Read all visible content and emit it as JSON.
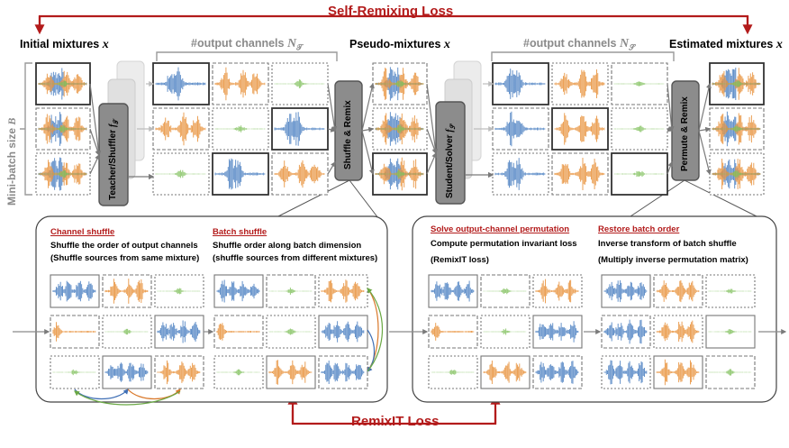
{
  "top_loss": "Self-Remixing Loss",
  "bottom_loss": "RemixIT Loss",
  "headers": {
    "initial": "Initial mixtures",
    "output_channels_teacher": "#output channels",
    "pseudo": "Pseudo-mixtures",
    "output_channels_student": "#output channels",
    "estimated": "Estimated mixtures"
  },
  "symbols": {
    "x": "x",
    "n_t": "N",
    "n_t_sub": "𝒯",
    "n_s": "N",
    "n_s_sub": "𝒮",
    "b": "B",
    "f_t_sub": "𝒯",
    "f_s_sub": "𝒮"
  },
  "side_label": "Mini-batch size",
  "boxes": {
    "teacher": "Teacher/Shuffler",
    "shuffle": "Shuffle & Remix",
    "student": "Student/Solver",
    "permute": "Permute & Remix"
  },
  "panels": {
    "channel_shuffle": {
      "title": "Channel shuffle",
      "line1": "Shuffle the order of output channels",
      "line2": "(Shuffle sources from same mixture)"
    },
    "batch_shuffle": {
      "title": "Batch shuffle",
      "line1": "Shuffle order along batch dimension",
      "line2": "(shuffle sources from different mixtures)"
    },
    "solve": {
      "title": "Solve output-channel permutation",
      "line1": "Compute permutation invariant loss",
      "line2": "(RemixIT loss)"
    },
    "restore": {
      "title": "Restore batch order",
      "line1": "Inverse transform of batch shuffle",
      "line2": "(Multiply inverse permutation matrix)"
    }
  },
  "colors": {
    "accent_red": "#b31b1b",
    "blue": "#4a7fc1",
    "orange": "#e8913a",
    "green": "#7fbf5a",
    "gray_box": "#8c8c8c"
  }
}
